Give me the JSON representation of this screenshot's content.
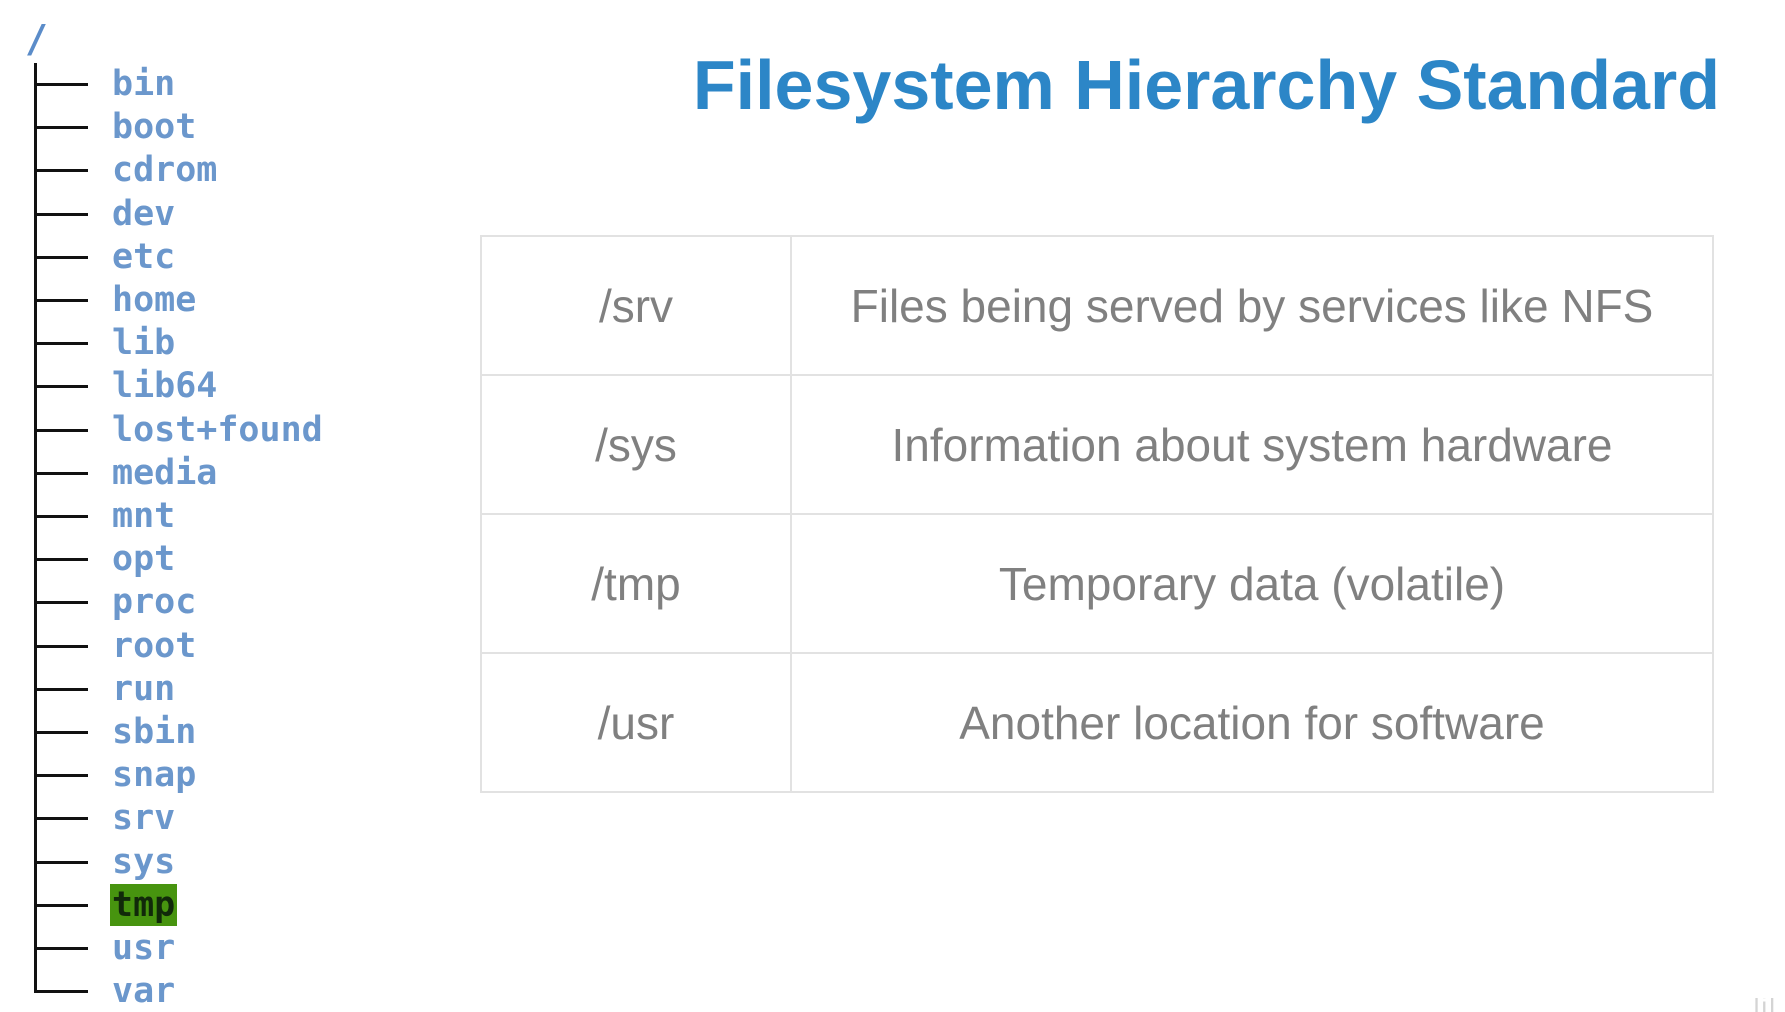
{
  "tree": {
    "root": "/",
    "items": [
      {
        "label": "bin"
      },
      {
        "label": "boot"
      },
      {
        "label": "cdrom"
      },
      {
        "label": "dev"
      },
      {
        "label": "etc"
      },
      {
        "label": "home"
      },
      {
        "label": "lib"
      },
      {
        "label": "lib64"
      },
      {
        "label": "lost+found"
      },
      {
        "label": "media"
      },
      {
        "label": "mnt"
      },
      {
        "label": "opt"
      },
      {
        "label": "proc"
      },
      {
        "label": "root"
      },
      {
        "label": "run"
      },
      {
        "label": "sbin"
      },
      {
        "label": "snap"
      },
      {
        "label": "srv"
      },
      {
        "label": "sys"
      },
      {
        "label": "tmp",
        "highlighted": true
      },
      {
        "label": "usr"
      },
      {
        "label": "var"
      }
    ]
  },
  "title": "Filesystem Hierarchy Standard",
  "table": {
    "rows": [
      {
        "dir": "/srv",
        "description": "Files being served by services like NFS"
      },
      {
        "dir": "/sys",
        "description": "Information about system hardware"
      },
      {
        "dir": "/tmp",
        "description": "Temporary data (volatile)"
      },
      {
        "dir": "/usr",
        "description": "Another location for software"
      }
    ]
  },
  "colors": {
    "title": "#2c86c7",
    "tree_label": "#6b97cc",
    "highlight_background": "#47940f",
    "highlight_text": "#11290a",
    "table_text": "#808080",
    "table_border": "#e2e2e2"
  }
}
